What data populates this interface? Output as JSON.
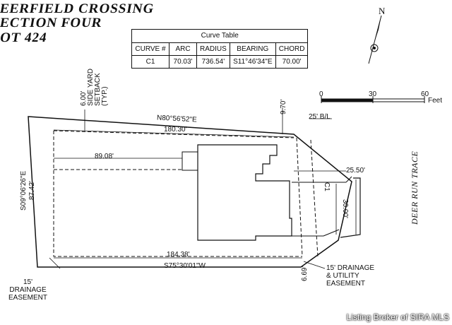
{
  "title_lines": [
    "EERFIELD CROSSING",
    "ECTION FOUR",
    "OT 424"
  ],
  "curve_table": {
    "caption": "Curve Table",
    "headers": [
      "CURVE #",
      "ARC",
      "RADIUS",
      "BEARING",
      "CHORD"
    ],
    "row": [
      "C1",
      "70.03'",
      "736.54'",
      "S11°46'34\"E",
      "70.00'"
    ]
  },
  "north": "N",
  "scale": {
    "ticks": [
      "0",
      "30",
      "60"
    ],
    "unit": "Feet"
  },
  "labels": {
    "side_yard": [
      "6.00'",
      "SIDE YARD",
      "SETBACK",
      "(TYP.)"
    ],
    "north_bearing": "N80°56'52\"E",
    "dim_9_70": "9.70'",
    "bl": "25' B/L",
    "top_setback": "180.30'",
    "dim_89": "89.08'",
    "west_bearing": "S09°06'26\"E",
    "west_len": "87.42'",
    "dim_25_50": "25.50'",
    "c1": "C1",
    "dim_30": "30.00'",
    "street": "DEER RUN TRACE",
    "bottom_setback": "184.38'",
    "south_bearing": "S75°30'01\"W",
    "dim_6_69": "6.69'",
    "drainage_util": [
      "15' DRAINAGE",
      "& UTILITY",
      "EASEMENT"
    ],
    "drainage_left": [
      "15'",
      "DRAINAGE",
      "EASEMENT"
    ]
  },
  "footer": "Listing Broker of SIRA MLS"
}
